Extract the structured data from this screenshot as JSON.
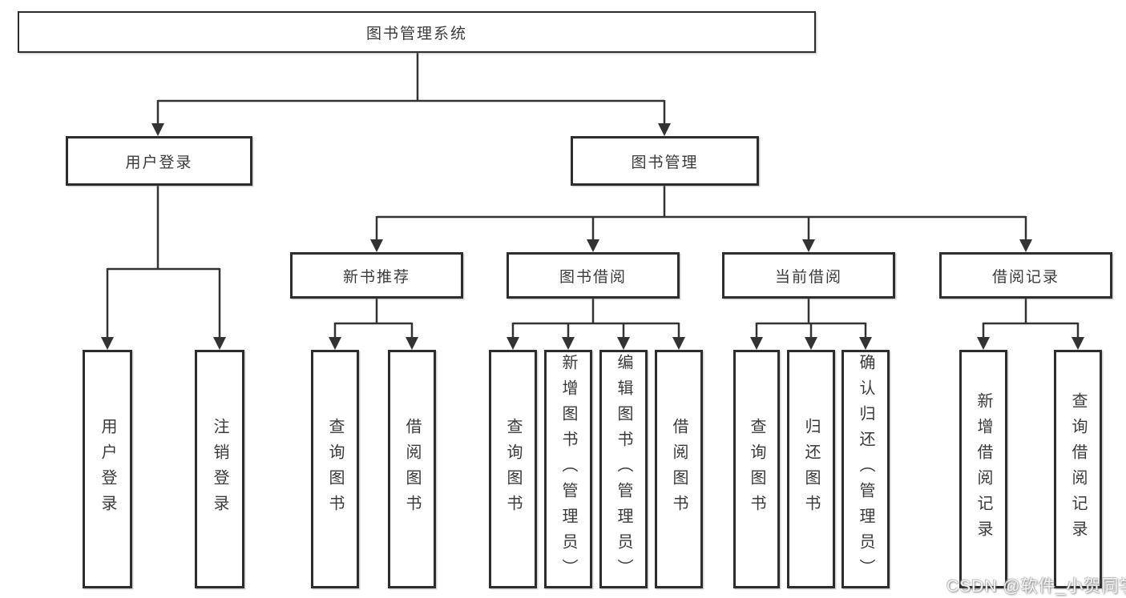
{
  "tree": {
    "root": {
      "label": "图书管理系统"
    },
    "branches": [
      {
        "label": "用户登录",
        "children": [
          {
            "label": "用户登录"
          },
          {
            "label": "注销登录"
          }
        ]
      },
      {
        "label": "图书管理",
        "children": [
          {
            "label": "新书推荐",
            "children": [
              {
                "label": "查询图书"
              },
              {
                "label": "借阅图书"
              }
            ]
          },
          {
            "label": "图书借阅",
            "children": [
              {
                "label": "查询图书"
              },
              {
                "label": "新增图书（管理员）"
              },
              {
                "label": "编辑图书（管理员）"
              },
              {
                "label": "借阅图书"
              }
            ]
          },
          {
            "label": "当前借阅",
            "children": [
              {
                "label": "查询图书"
              },
              {
                "label": "归还图书"
              },
              {
                "label": "确认归还（管理员）"
              }
            ]
          },
          {
            "label": "借阅记录",
            "children": [
              {
                "label": "新增借阅记录"
              },
              {
                "label": "查询借阅记录"
              }
            ]
          }
        ]
      }
    ]
  },
  "watermark": {
    "text": "CSDN @软件_小贺同学"
  },
  "colors": {
    "line": "#333333",
    "border": "#2d2d2d",
    "text": "#3a3a3a",
    "background": "#ffffff"
  }
}
